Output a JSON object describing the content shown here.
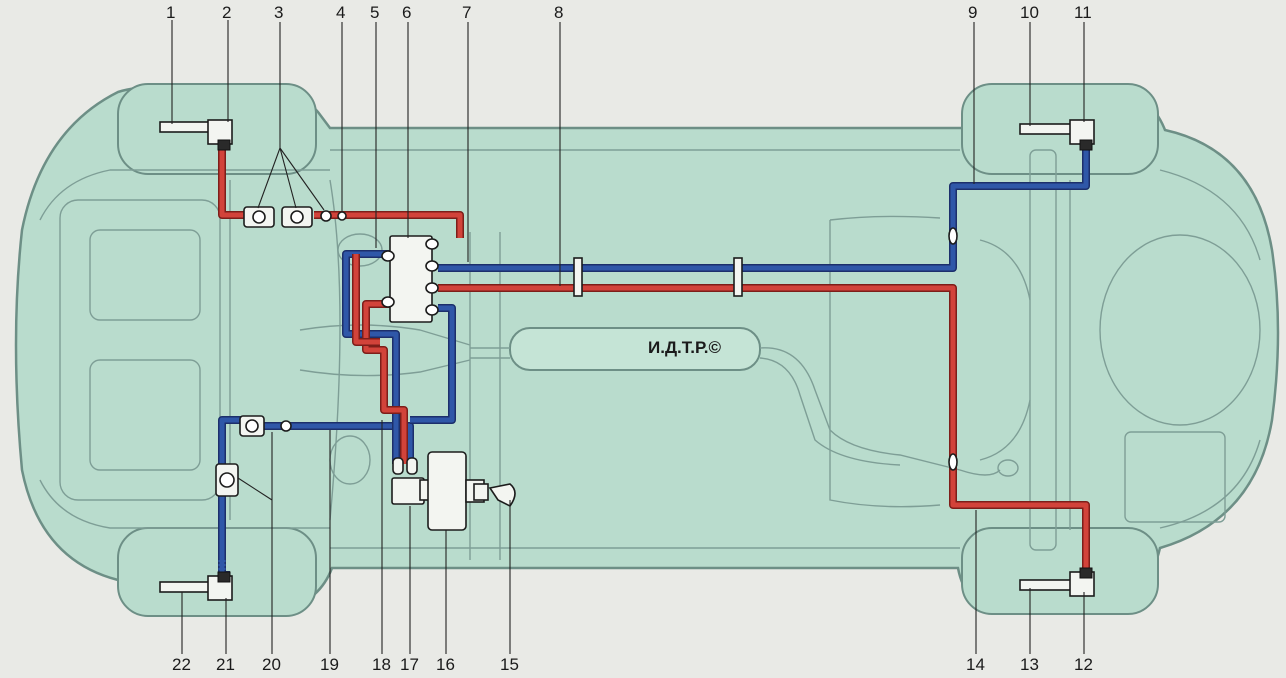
{
  "stamp_text": "И.Д.Т.Р.©",
  "callouts": [
    {
      "label": "1"
    },
    {
      "label": "2"
    },
    {
      "label": "3"
    },
    {
      "label": "4"
    },
    {
      "label": "5"
    },
    {
      "label": "6"
    },
    {
      "label": "7"
    },
    {
      "label": "8"
    },
    {
      "label": "9"
    },
    {
      "label": "10"
    },
    {
      "label": "11"
    },
    {
      "label": "12"
    },
    {
      "label": "13"
    },
    {
      "label": "14"
    },
    {
      "label": "15"
    },
    {
      "label": "16"
    },
    {
      "label": "17"
    },
    {
      "label": "18"
    },
    {
      "label": "19"
    },
    {
      "label": "20"
    },
    {
      "label": "21"
    },
    {
      "label": "22"
    }
  ],
  "colors": {
    "circuit_primary": "#2f57a8",
    "circuit_secondary": "#d2433a",
    "body_fill": "#b9dccd"
  }
}
